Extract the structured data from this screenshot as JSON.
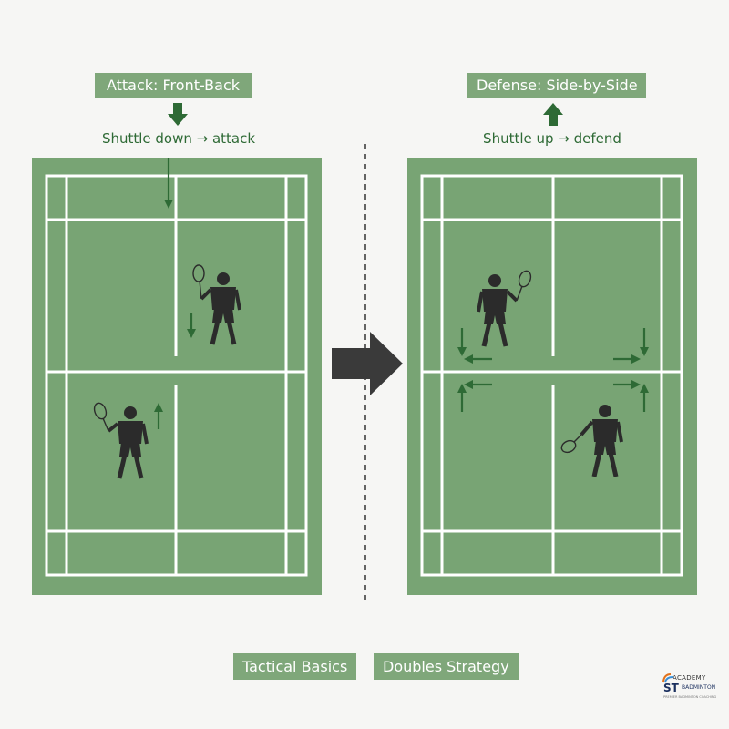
{
  "left_panel": {
    "title": "Attack: Front-Back",
    "caption": "Shuttle down → attack"
  },
  "right_panel": {
    "title": "Defense: Side-by-Side",
    "caption": "Shuttle up → defend"
  },
  "tags": {
    "tactical": "Tactical Basics",
    "doubles": "Doubles Strategy"
  },
  "logo": {
    "academy": "ACADEMY",
    "st": "ST",
    "badminton": "BADMINTON",
    "sub": "PREMIER BADMINTON COACHING"
  },
  "colors": {
    "court": "#78a474",
    "lines": "#ffffff",
    "arrow_green": "#2e6a35",
    "label_bg": "#7fa77a",
    "transition_arrow": "#3a3a3a",
    "player": "#2b2b2b"
  }
}
